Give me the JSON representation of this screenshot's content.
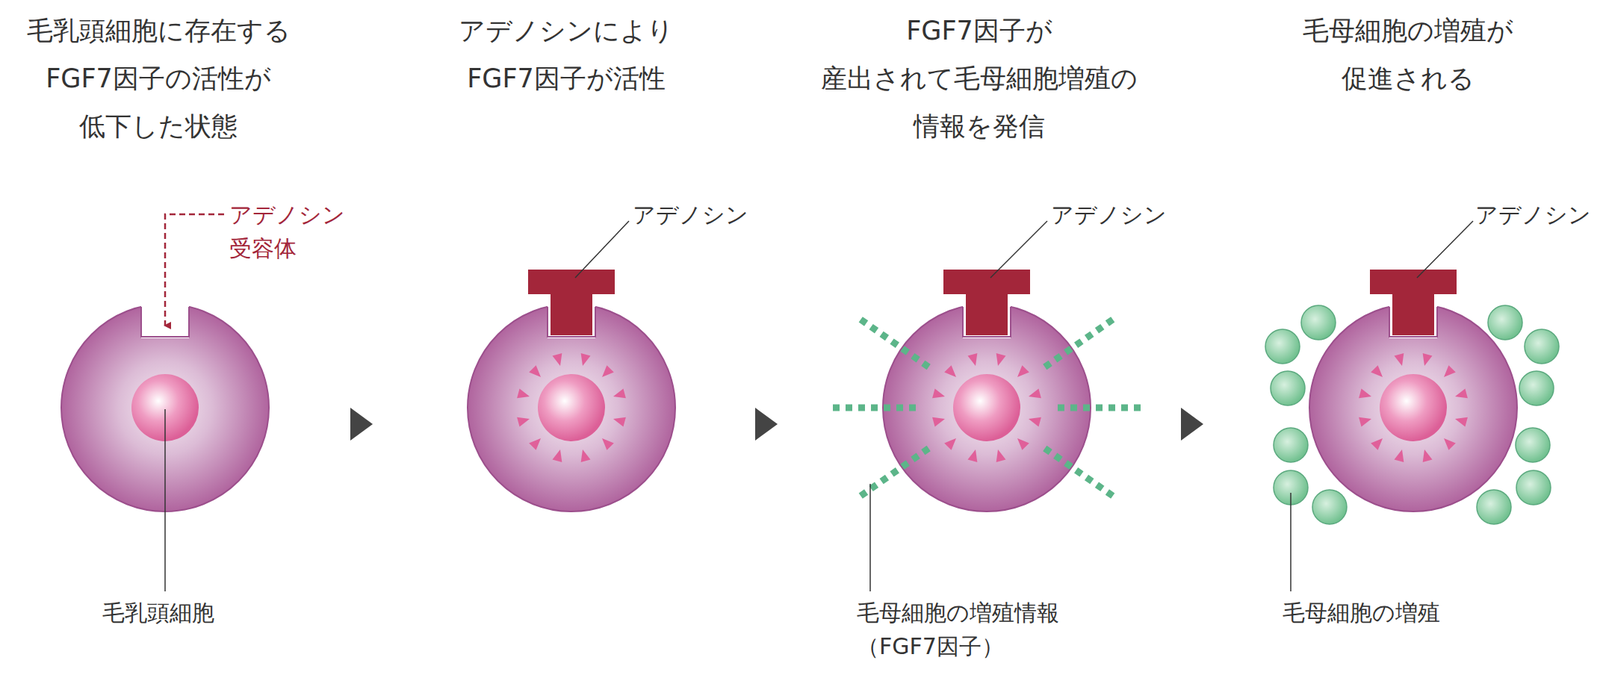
{
  "diagram": {
    "labels": [
      "毛乳頭細胞に存在する FGF7因子の活性が 低下した状態",
      "アデノシンにより FGF7因子が活性",
      "FGF7因子が 産出されて毛母細胞増殖の 情報を発信",
      "毛母細胞の増殖が 促進される",
      "アデノシン 受容体",
      "毛乳頭細胞",
      "アデノシン",
      "アデノシン",
      "アデノシン",
      "毛母細胞の増殖情報 （FGF7因子）",
      "毛母細胞の増殖"
    ]
  }
}
